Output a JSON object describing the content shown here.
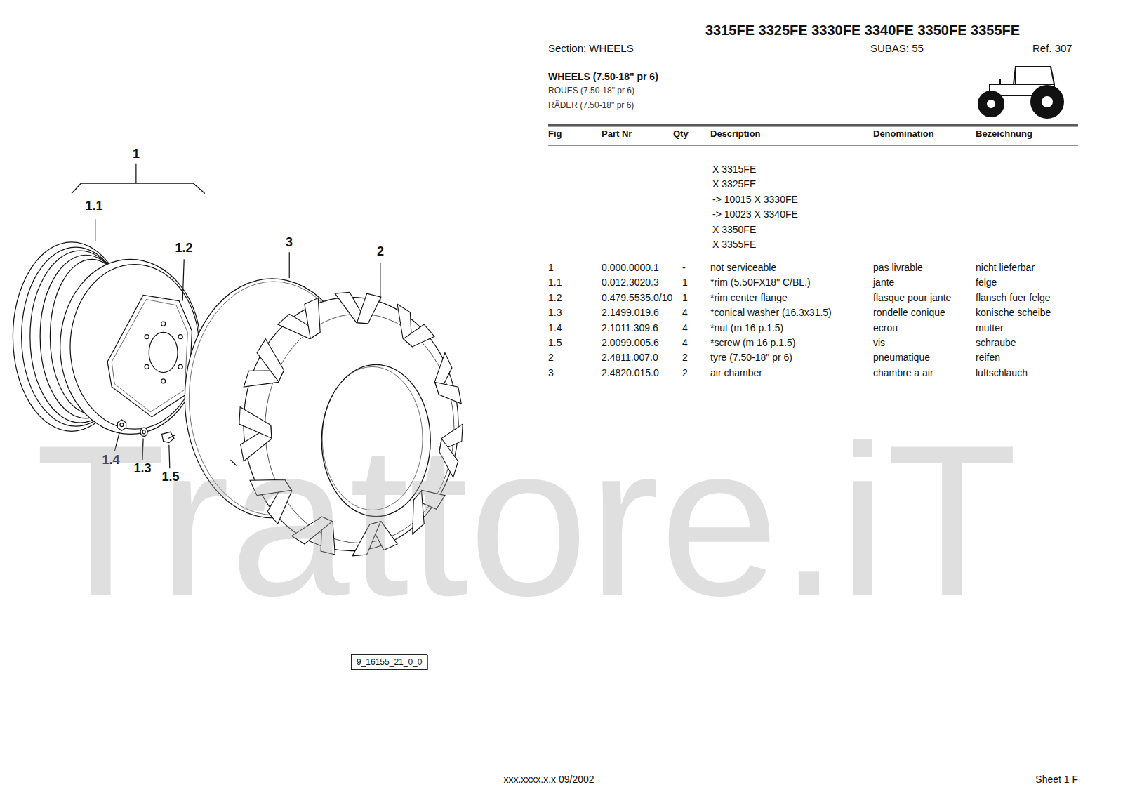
{
  "diagram": {
    "title": "3315FE 3325FE 3330FE 3340FE 3350FE 3355FE",
    "nodes": [
      {
        "text": [
          "9_16155_21_0_0"
        ]
      }
    ],
    "labels": [
      "Section: WHEELS",
      "SUBAS: 55",
      "Ref. 307",
      "WHEELS (7.50-18\" pr 6)",
      "ROUES (7.50-18\" pr 6)",
      "RÄDER (7.50-18\" pr 6)",
      "Fig",
      "Part Nr",
      "Qty",
      "Description",
      "Dénomination",
      "Bezeichnung",
      "X 3315FE",
      "X 3325FE",
      "-> 10015 X 3330FE",
      "-> 10023 X 3340FE",
      "X 3350FE",
      "X 3355FE",
      "1",
      "0.000.0000.1",
      "-",
      "not serviceable",
      "pas livrable",
      "nicht lieferbar",
      "1.1",
      "0.012.3020.3",
      "1",
      "*rim (5.50FX18\" C/BL.)",
      "jante",
      "felge",
      "1.2",
      "0.479.5535.0/10",
      "1",
      "*rim center flange",
      "flasque pour jante",
      "flansch fuer felge",
      "1.3",
      "2.1499.019.6",
      "4",
      "*conical washer (16.3x31.5)",
      "rondelle conique",
      "konische scheibe",
      "1.4",
      "2.1011.309.6",
      "4",
      "*nut (m 16 p.1.5)",
      "ecrou",
      "mutter",
      "1.5",
      "2.0099.005.6",
      "4",
      "*screw (m 16 p.1.5)",
      "vis",
      "schraube",
      "2",
      "2.4811.007.0",
      "2",
      "tyre (7.50-18\" pr 6)",
      "pneumatique",
      "reifen",
      "3",
      "2.4820.015.0",
      "2",
      "air chamber",
      "chambre a air",
      "luftschlauch",
      "1",
      "1.1",
      "1.2",
      "3",
      "2",
      "1.4",
      "1.3",
      "1.5",
      "Trattore.iT",
      "xxx.xxxx.x.x 09/2002",
      "Sheet 1 F"
    ]
  }
}
